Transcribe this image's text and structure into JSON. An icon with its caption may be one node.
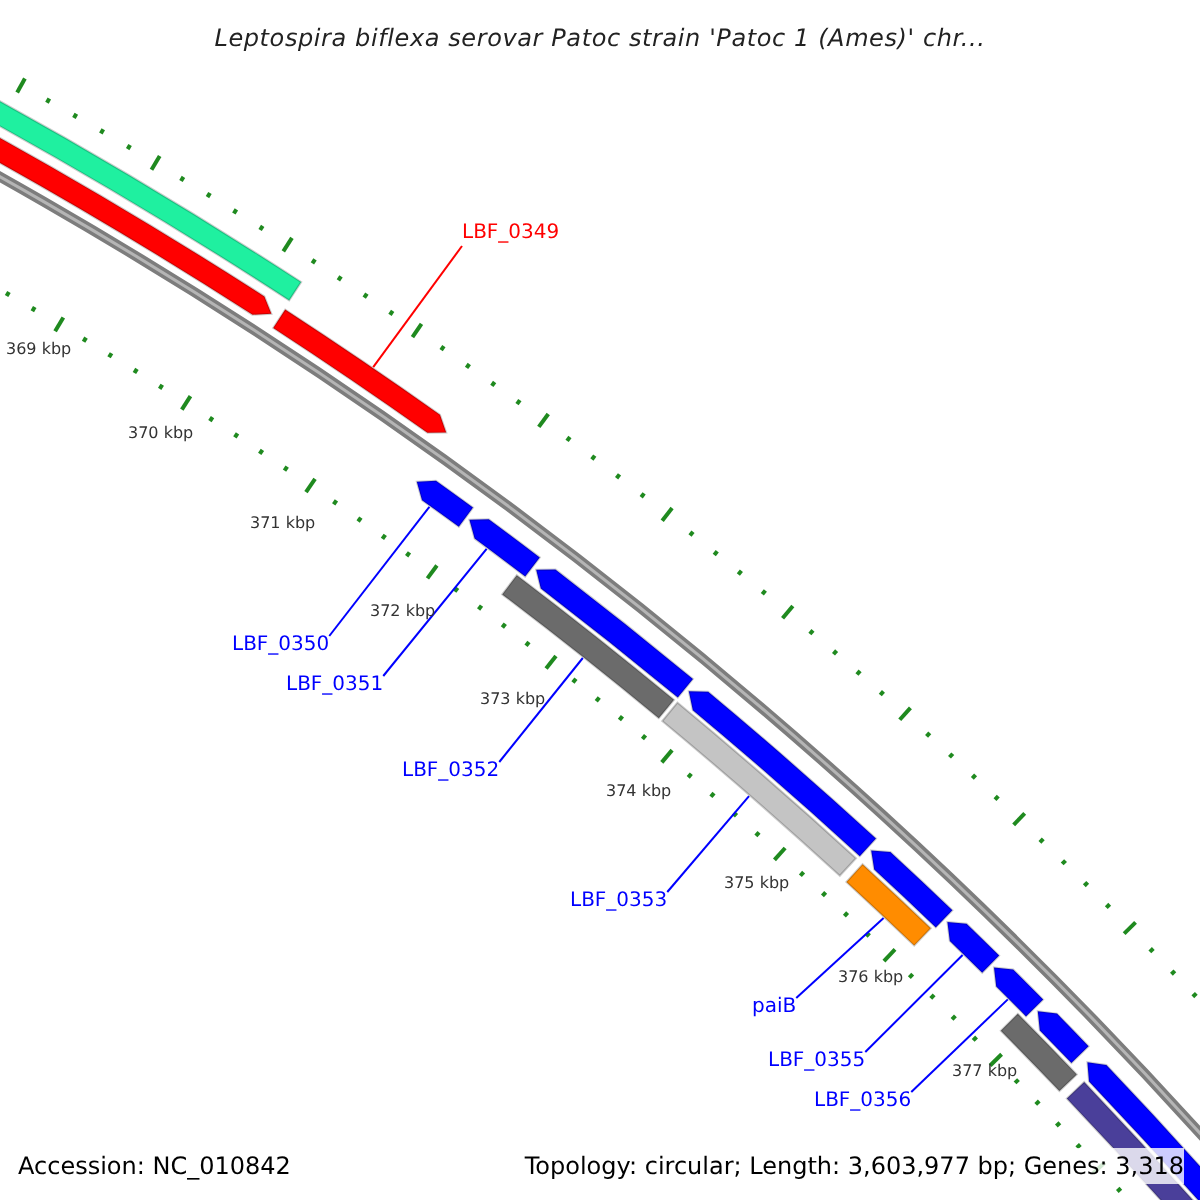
{
  "diagram": {
    "title": "Leptospira biflexa serovar Patoc strain 'Patoc 1 (Ames)' chr...",
    "nodes": [
      {
        "text": [],
        "shape": "bar"
      },
      {
        "text": [],
        "shape": "arrow"
      },
      {
        "text": [
          "LBF_0349"
        ]
      },
      {
        "text": [],
        "shape": "arrow"
      },
      {
        "text": [
          "LBF_0350"
        ]
      },
      {
        "text": [],
        "shape": "arrow"
      },
      {
        "text": [
          "LBF_0351"
        ]
      },
      {
        "text": [],
        "shape": "arrow"
      },
      {
        "text": [],
        "shape": "arrow"
      },
      {
        "text": [
          "LBF_0352"
        ]
      },
      {
        "text": [],
        "shape": "bar"
      },
      {
        "text": [],
        "shape": "arrow"
      },
      {
        "text": [
          "LBF_0353"
        ]
      },
      {
        "text": [],
        "shape": "bar"
      },
      {
        "text": [],
        "shape": "arrow"
      },
      {
        "text": [
          "paiB"
        ]
      },
      {
        "text": [],
        "shape": "bar"
      },
      {
        "text": [
          "LBF_0355"
        ]
      },
      {
        "text": [],
        "shape": "arrow"
      },
      {
        "text": [
          "LBF_0356"
        ]
      },
      {
        "text": [],
        "shape": "arrow"
      },
      {
        "text": [],
        "shape": "arrow"
      },
      {
        "text": [],
        "shape": "bar"
      },
      {
        "text": [],
        "shape": "arrow"
      },
      {
        "text": [],
        "shape": "bar"
      }
    ],
    "edges": [
      {
        "from": 2,
        "to": 3,
        "arrow": "none",
        "color": "#ff0000"
      },
      {
        "from": 4,
        "to": 5,
        "arrow": "none"
      },
      {
        "from": 6,
        "to": 7,
        "arrow": "none"
      },
      {
        "from": 9,
        "to": 10,
        "arrow": "none"
      },
      {
        "from": 12,
        "to": 13,
        "arrow": "none"
      },
      {
        "from": 15,
        "to": 16,
        "arrow": "none"
      },
      {
        "from": 17,
        "to": 18,
        "arrow": "none"
      },
      {
        "from": 19,
        "to": 20,
        "arrow": "none"
      }
    ],
    "labels": [
      "369 kbp",
      "370 kbp",
      "371 kbp",
      "372 kbp",
      "373 kbp",
      "374 kbp",
      "375 kbp",
      "376 kbp",
      "377 kbp",
      "Accession: NC_010842",
      "Topology: circular; Length: 3,603,977 bp; Genes: 3,318"
    ]
  }
}
